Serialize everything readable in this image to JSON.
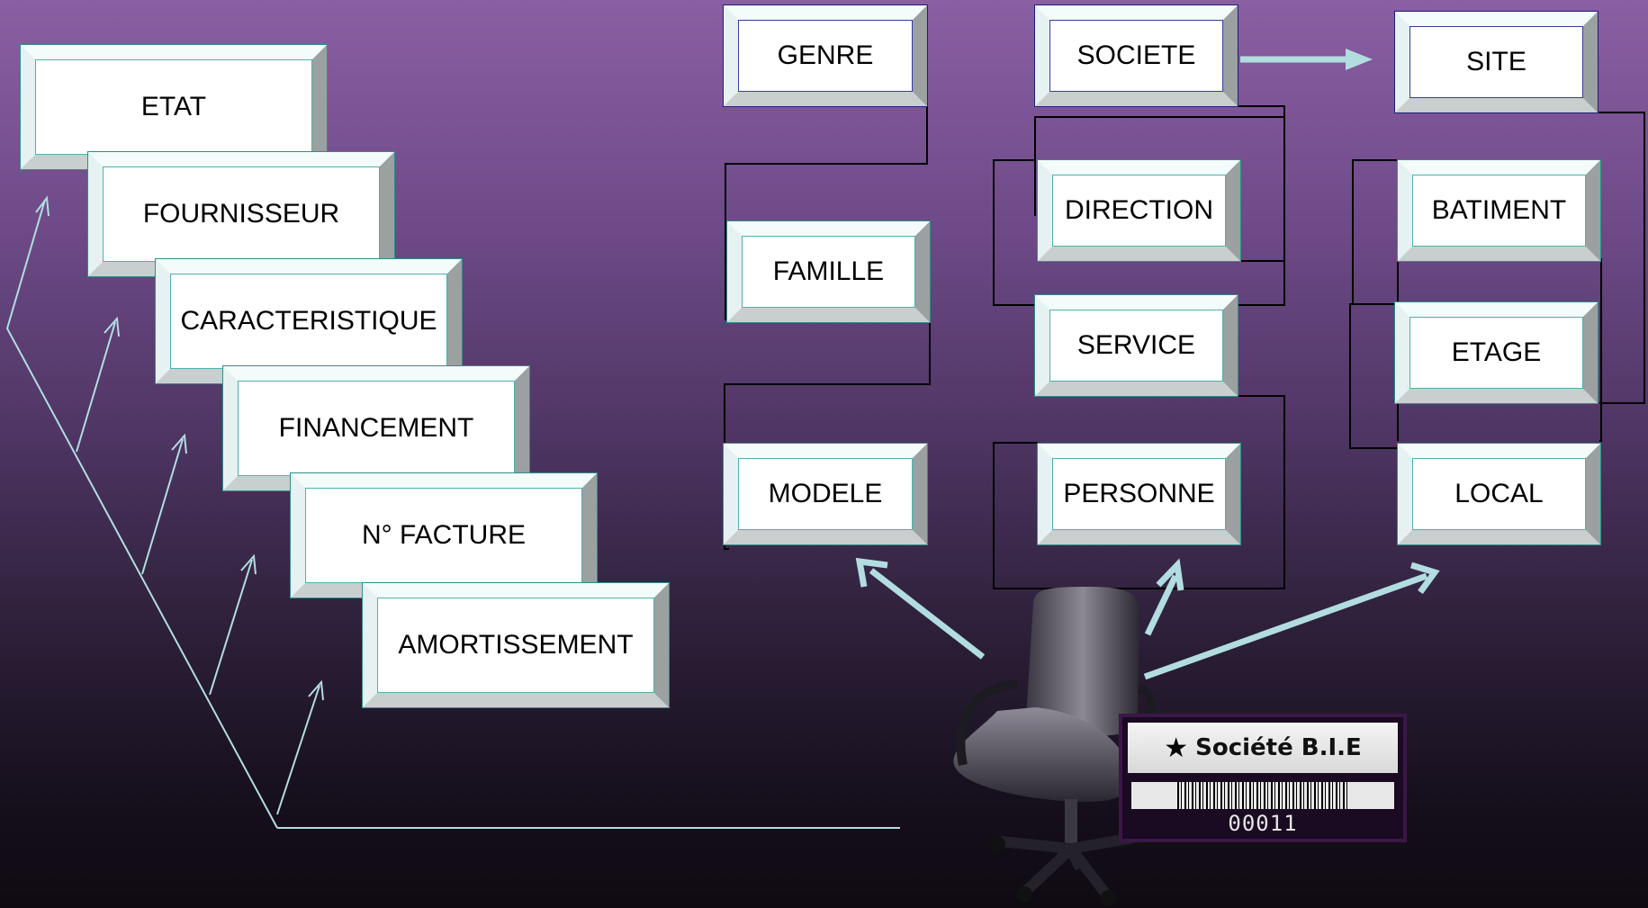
{
  "colors": {
    "background_top": "#8a5fa3",
    "background_bottom": "#0f0a12",
    "box_fill": "#ffffff",
    "box_border": "#3aa7a0",
    "arrow_color": "#b2dde0",
    "connector_color": "#000000"
  },
  "left_stack": {
    "etat": "ETAT",
    "fournisseur": "FOURNISSEUR",
    "caracteristique": "CARACTERISTIQUE",
    "financement": "FINANCEMENT",
    "facture": "N° FACTURE",
    "amortissement": "AMORTISSEMENT"
  },
  "column_modele": {
    "genre": "GENRE",
    "famille": "FAMILLE",
    "modele": "MODELE"
  },
  "column_societe": {
    "societe": "SOCIETE",
    "direction": "DIRECTION",
    "service": "SERVICE",
    "personne": "PERSONNE"
  },
  "column_site": {
    "site": "SITE",
    "batiment": "BATIMENT",
    "etage": "ETAGE",
    "local": "LOCAL"
  },
  "badge": {
    "icon": "star-icon",
    "company": "Société B.I.E",
    "number": "00011"
  },
  "illustration": {
    "icon": "office-chair-icon"
  }
}
